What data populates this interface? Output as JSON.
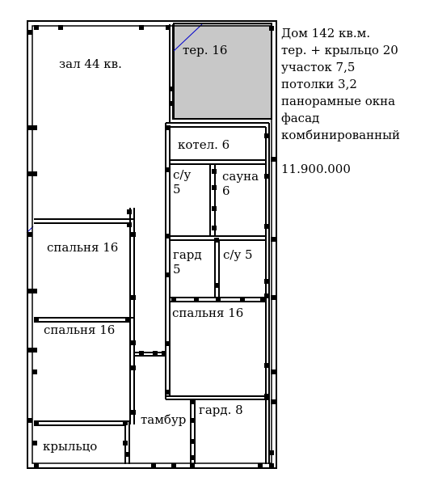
{
  "rooms": {
    "hall": "зал 44 кв.",
    "terrace": "тер. 16",
    "boiler": "котел. 6",
    "bath1": [
      "с/у",
      "5"
    ],
    "sauna": [
      "сауна",
      "6"
    ],
    "bedroom1": "спальня 16",
    "bedroom2": "спальня 16",
    "dressing1": [
      "гард",
      "5"
    ],
    "bath2": "с/у 5",
    "bedroom3": "спальня 16",
    "vestibule": "тамбур",
    "dressing2": "гард. 8",
    "porch": "крыльцо"
  },
  "info": {
    "lines": [
      "Дом 142 кв.м.",
      "тер. + крыльцо 20",
      "участок 7,5",
      "потолки 3,2",
      "панорамные окна",
      "фасад",
      "комбинированный"
    ],
    "price": "11.900.000"
  },
  "colors": {
    "wall": "#000000",
    "terrace_fill": "#c8c8c8",
    "accent_line": "#0000cc"
  }
}
